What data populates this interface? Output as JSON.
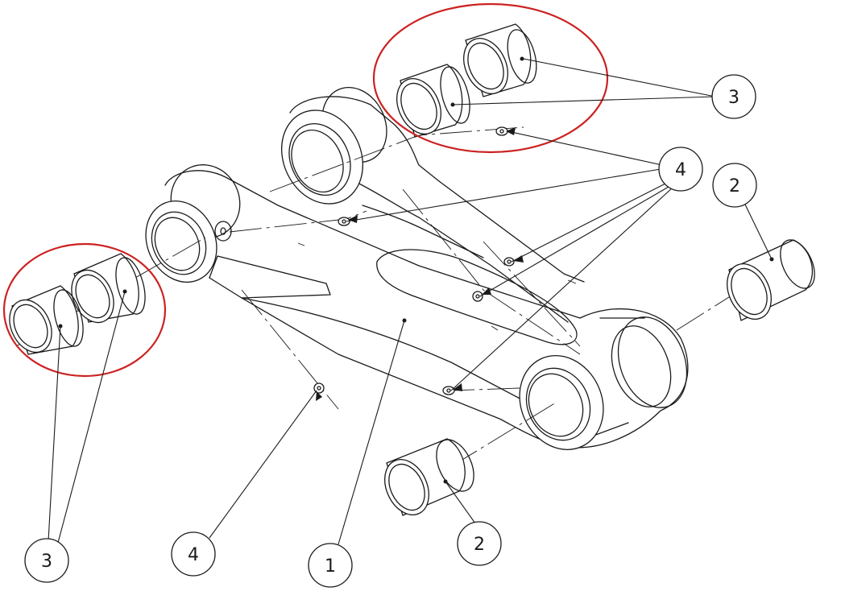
{
  "balloons": [
    {
      "id": "balloon-3-top-right",
      "label": "3"
    },
    {
      "id": "balloon-4-top-right",
      "label": "4"
    },
    {
      "id": "balloon-2-right",
      "label": "2"
    },
    {
      "id": "balloon-3-bottom-left",
      "label": "3"
    },
    {
      "id": "balloon-4-bottom",
      "label": "4"
    },
    {
      "id": "balloon-1-bottom",
      "label": "1"
    },
    {
      "id": "balloon-2-bottom",
      "label": "2"
    }
  ],
  "colors": {
    "line": "#1a1a1a",
    "highlight": "#cc2222",
    "background": "#ffffff"
  }
}
